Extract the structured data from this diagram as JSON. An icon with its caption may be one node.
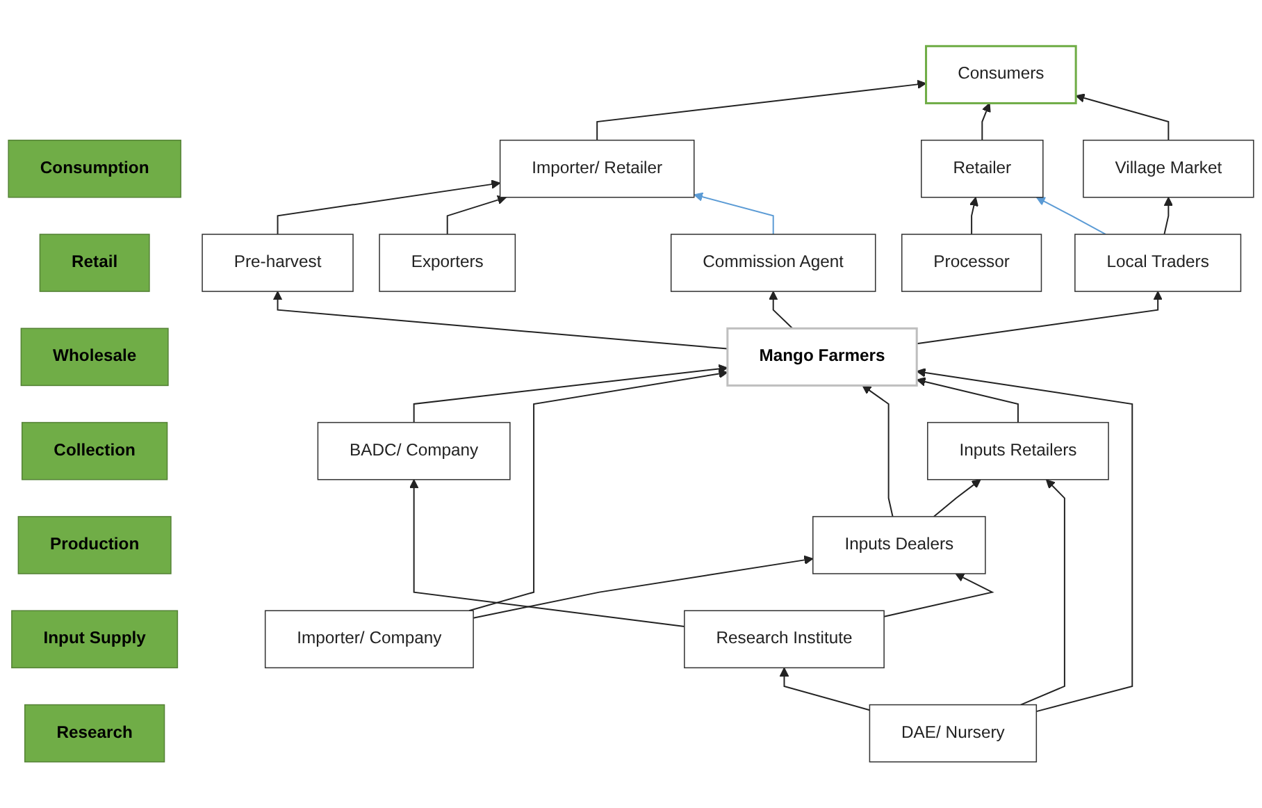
{
  "diagram": {
    "nodes": [
      {
        "text": [
          "Consumption"
        ]
      },
      {
        "text": [
          "Consumers"
        ]
      },
      {
        "text": [
          "Retail"
        ]
      },
      {
        "text": [
          "Importer/ Retailer"
        ]
      },
      {
        "text": [
          "Retailer"
        ]
      },
      {
        "text": [
          "Village Market"
        ]
      },
      {
        "text": [
          "Wholesale"
        ]
      },
      {
        "text": [
          "Exporters"
        ]
      },
      {
        "text": [
          "Processor"
        ]
      },
      {
        "text": [
          "Collection"
        ]
      },
      {
        "text": [
          "Pre-harvest"
        ]
      },
      {
        "text": [
          "Commission Agent"
        ]
      },
      {
        "text": [
          "Local Traders"
        ]
      },
      {
        "text": [
          "Production"
        ]
      },
      {
        "text": [
          "Mango Farmers"
        ]
      },
      {
        "text": [
          "Input Supply"
        ]
      },
      {
        "text": [
          "Importer/ Company"
        ]
      },
      {
        "text": [
          "Inputs Dealers"
        ]
      },
      {
        "text": [
          "Inputs Retailers"
        ]
      },
      {
        "text": [
          "Research"
        ]
      },
      {
        "text": [
          "BADC/ Company"
        ]
      },
      {
        "text": [
          "Research Institute"
        ]
      },
      {
        "text": [
          "DAE/ Nursery"
        ]
      }
    ],
    "edges": [
      {
        "from": 3,
        "to": 1,
        "arrow": "to"
      },
      {
        "from": 4,
        "to": 1,
        "arrow": "to"
      },
      {
        "from": 5,
        "to": 1,
        "arrow": "to"
      },
      {
        "from": 10,
        "to": 3,
        "arrow": "to"
      },
      {
        "from": 7,
        "to": 3,
        "arrow": "to"
      },
      {
        "from": 11,
        "to": 3,
        "arrow": "to",
        "color": "#5b9bd5"
      },
      {
        "from": 8,
        "to": 4,
        "arrow": "to"
      },
      {
        "from": 12,
        "to": 4,
        "arrow": "to",
        "color": "#5b9bd5"
      },
      {
        "from": 12,
        "to": 5,
        "arrow": "to"
      },
      {
        "from": 14,
        "to": 10,
        "arrow": "to"
      },
      {
        "from": 14,
        "to": 11,
        "arrow": "to"
      },
      {
        "from": 14,
        "to": 12,
        "arrow": "to"
      },
      {
        "from": 20,
        "to": 14,
        "arrow": "to"
      },
      {
        "from": 16,
        "to": 14,
        "arrow": "to"
      },
      {
        "from": 17,
        "to": 14,
        "arrow": "to"
      },
      {
        "from": 18,
        "to": 14,
        "arrow": "to"
      },
      {
        "from": 22,
        "to": 14,
        "arrow": "to"
      },
      {
        "from": 16,
        "to": 17,
        "arrow": "to"
      },
      {
        "from": 17,
        "to": 18,
        "arrow": "to"
      },
      {
        "from": 21,
        "to": 20,
        "arrow": "to"
      },
      {
        "from": 22,
        "to": 21,
        "arrow": "to"
      },
      {
        "from": 21,
        "to": 17,
        "arrow": "to"
      },
      {
        "from": 22,
        "to": 18,
        "arrow": "to"
      }
    ]
  }
}
